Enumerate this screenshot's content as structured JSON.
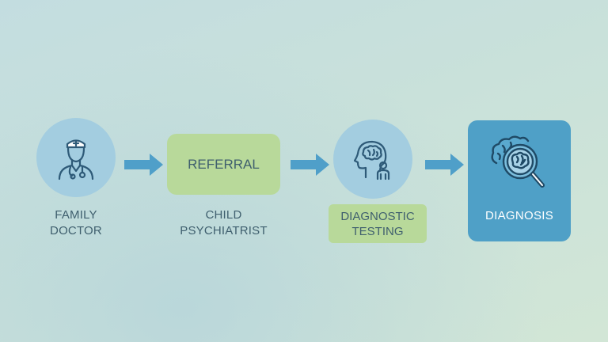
{
  "steps": {
    "family_doctor": {
      "line1": "FAMILY",
      "line2": "DOCTOR",
      "icon": "doctor-icon"
    },
    "referral": {
      "label": "REFERRAL"
    },
    "child_psychiatrist": {
      "line1": "CHILD",
      "line2": "PSYCHIATRIST"
    },
    "diagnostic_testing": {
      "line1": "DIAGNOSTIC",
      "line2": "TESTING",
      "icon": "brain-child-icon"
    },
    "diagnosis": {
      "label": "DIAGNOSIS",
      "icon": "brain-magnifier-icon"
    }
  },
  "colors": {
    "circle": "#a3cde0",
    "green_box": "#b8d99a",
    "diagnosis_box": "#4fa0c7",
    "arrow": "#4f9fc9",
    "text": "#3f5f6e",
    "icon_stroke": "#2e5a78"
  }
}
